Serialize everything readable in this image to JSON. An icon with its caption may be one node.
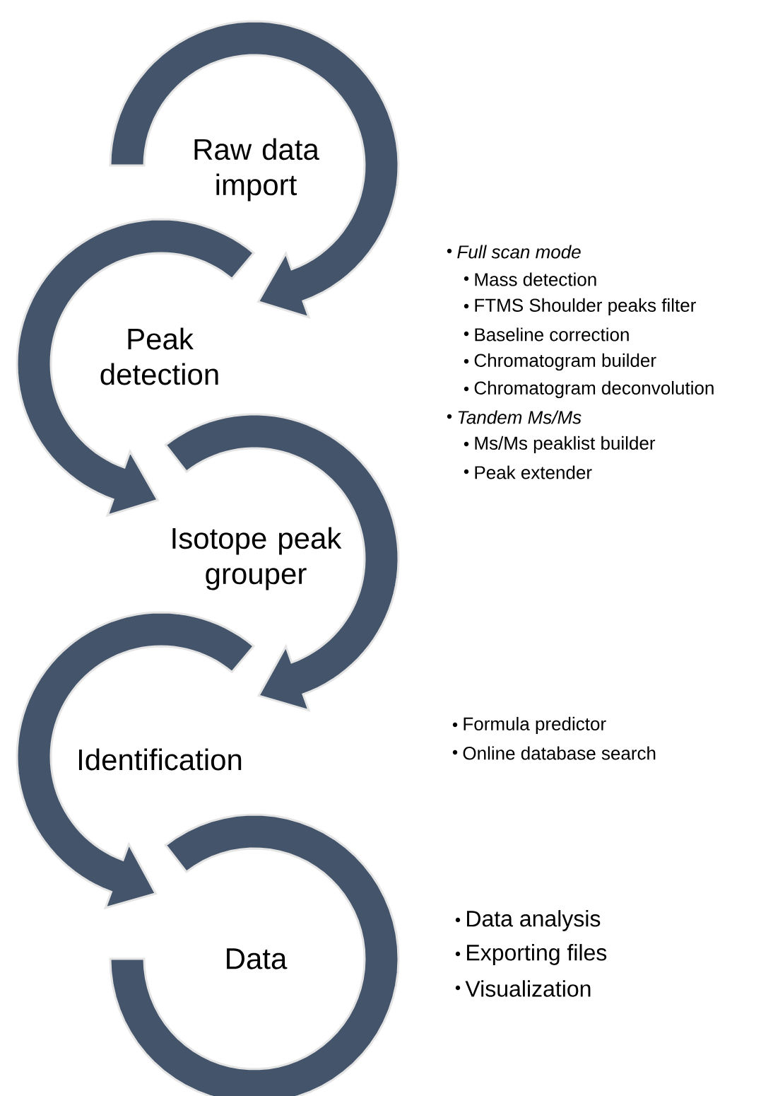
{
  "diagram": {
    "nodes": [
      {
        "text": [
          "Raw data import"
        ]
      },
      {
        "text": [
          "Peak detection"
        ],
        "beside": [
          "Full scan mode",
          "Mass detection",
          "FTMS Shoulder peaks filter",
          "Baseline correction",
          "Chromatogram builder",
          "Chromatogram deconvolution",
          "Tandem Ms/Ms",
          "Ms/Ms peaklist builder",
          "Peak extender"
        ]
      },
      {
        "text": [
          "Isotope peak grouper"
        ]
      },
      {
        "text": [
          "Identification"
        ],
        "beside": [
          "Formula predictor",
          "Online database search"
        ]
      },
      {
        "text": [
          "Data"
        ],
        "beside": [
          "Data analysis",
          "Exporting files",
          "Visualization"
        ]
      }
    ],
    "edges": [
      {
        "from": 0,
        "to": 1,
        "arrow": "to"
      },
      {
        "from": 1,
        "to": 2,
        "arrow": "to"
      },
      {
        "from": 2,
        "to": 3,
        "arrow": "to"
      },
      {
        "from": 3,
        "to": 4,
        "arrow": "to"
      }
    ]
  }
}
